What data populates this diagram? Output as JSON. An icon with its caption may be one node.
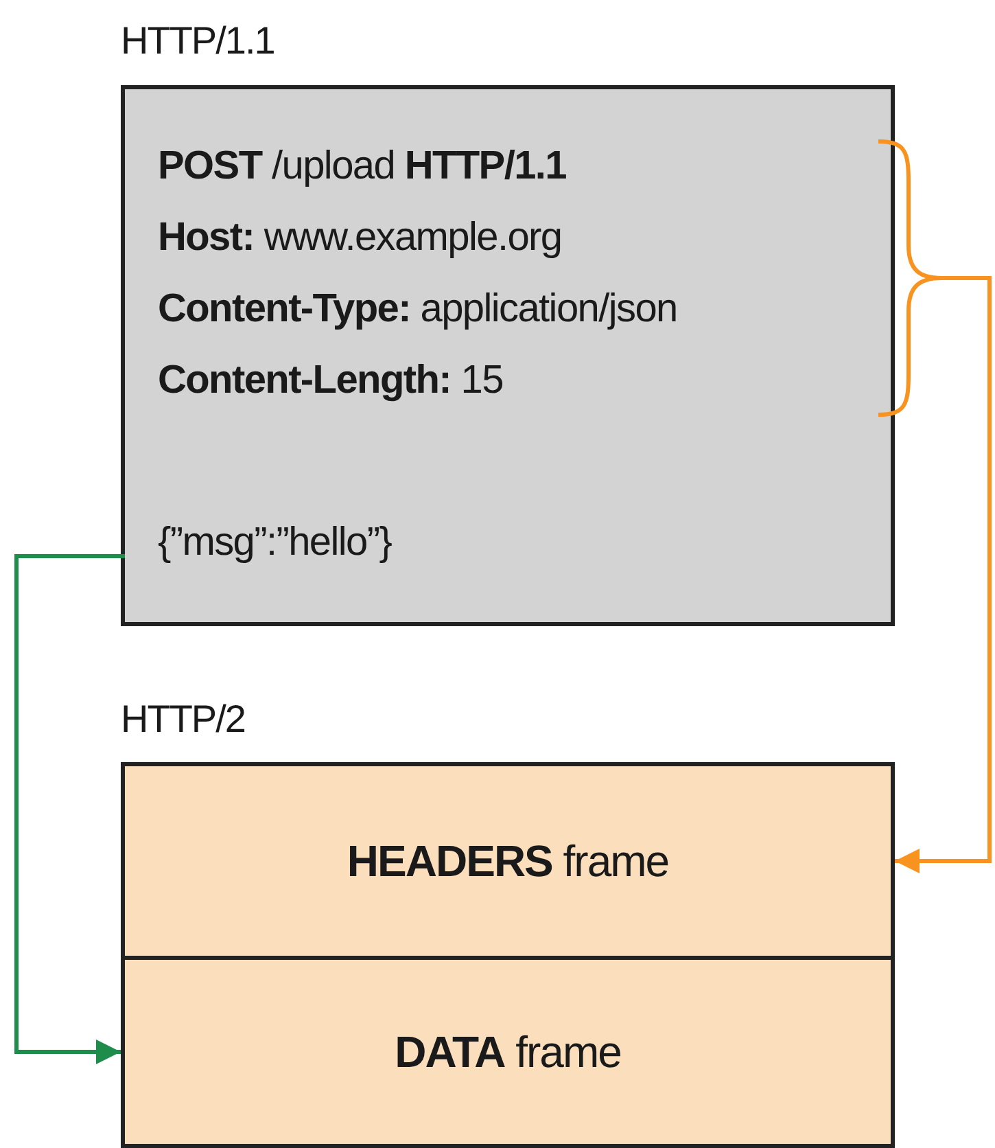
{
  "diagram": {
    "nodes": [
      {
        "text": [
          "HTTP/1.1"
        ]
      },
      {
        "text": [
          "**POST** /upload **HTTP/1.1**",
          "**Host:** www.example.org",
          "**Content-Type:** application/json",
          "**Content-Length:** 15"
        ],
        "in": 0
      },
      {
        "text": [
          "{”msg”:”hello”}"
        ],
        "in": 0
      },
      {
        "text": [
          "HTTP/2"
        ]
      },
      {
        "text": [
          "**HEADERS** frame"
        ],
        "in": 3
      },
      {
        "text": [
          "**DATA** frame"
        ],
        "in": 3
      }
    ],
    "edges": [
      {
        "from": 1,
        "to": 4,
        "arrow": "to",
        "color": "#f7931e"
      },
      {
        "from": 2,
        "to": 5,
        "arrow": "to",
        "color": "#1e8c4a"
      }
    ]
  }
}
